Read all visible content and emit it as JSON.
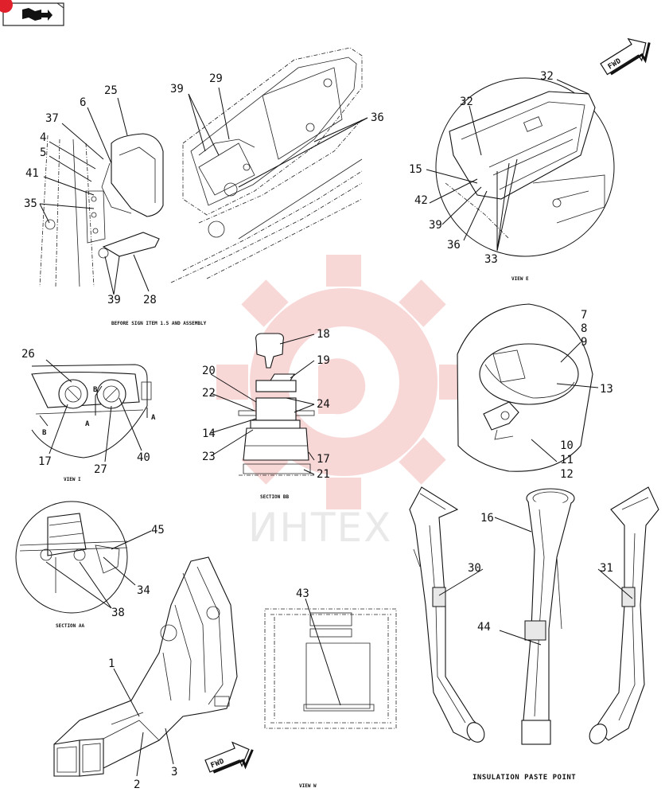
{
  "watermark": {
    "text": "ИНТЕХ",
    "color": "#f0a8a8"
  },
  "nav": {
    "icon": "book-arrow-icon",
    "badge_color": "#e0202a"
  },
  "captions": {
    "before_sign": "BEFORE SIGN ITEM 1.5 AND ASSEMBLY",
    "view_e": "VIEW E",
    "view_i": "VIEW I",
    "section_bb": "SECTION BB",
    "section_aa": "SECTION AA",
    "view_w": "VIEW W",
    "insulation": "INSULATION PASTE POINT"
  },
  "fwd_labels": [
    "FWD",
    "FWD"
  ],
  "section_marks": [
    "B",
    "B",
    "A",
    "A"
  ],
  "callouts": {
    "top_left": [
      "25",
      "6",
      "37",
      "4",
      "5",
      "41",
      "35",
      "39",
      "28",
      "29",
      "39",
      "36"
    ],
    "top_right": [
      "32",
      "32",
      "15",
      "42",
      "39",
      "36",
      "33"
    ],
    "mid_left": [
      "26",
      "17",
      "27",
      "40"
    ],
    "mid_center": [
      "18",
      "19",
      "20",
      "22",
      "24",
      "14",
      "23",
      "17",
      "21"
    ],
    "mid_right": [
      "7",
      "8",
      "9",
      "13",
      "10",
      "11",
      "12"
    ],
    "bottom_left": [
      "45",
      "34",
      "38",
      "1",
      "2",
      "3"
    ],
    "bottom_center": [
      "43"
    ],
    "bottom_right": [
      "16",
      "30",
      "31",
      "44"
    ]
  }
}
